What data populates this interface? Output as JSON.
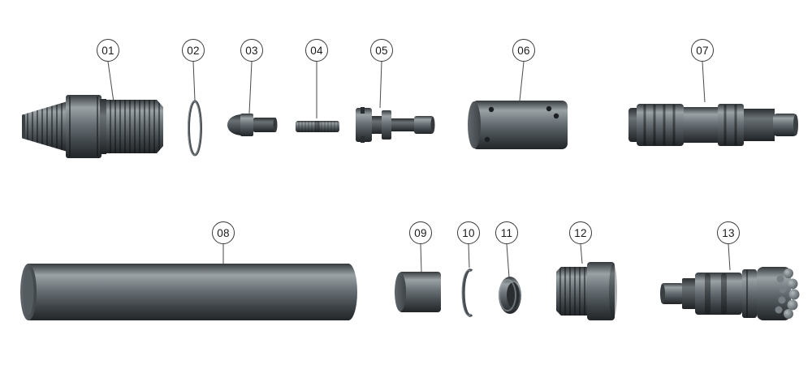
{
  "diagram": {
    "background": "#ffffff",
    "metal_color": "#5f666b",
    "highlight_color": "#9aa2a6",
    "shadow_color": "#23262a",
    "label_border_color": "#3a3a3a",
    "parts": [
      {
        "num": "01"
      },
      {
        "num": "02"
      },
      {
        "num": "03"
      },
      {
        "num": "04"
      },
      {
        "num": "05"
      },
      {
        "num": "06"
      },
      {
        "num": "07"
      },
      {
        "num": "08"
      },
      {
        "num": "09"
      },
      {
        "num": "10"
      },
      {
        "num": "11"
      },
      {
        "num": "12"
      },
      {
        "num": "13"
      }
    ]
  }
}
